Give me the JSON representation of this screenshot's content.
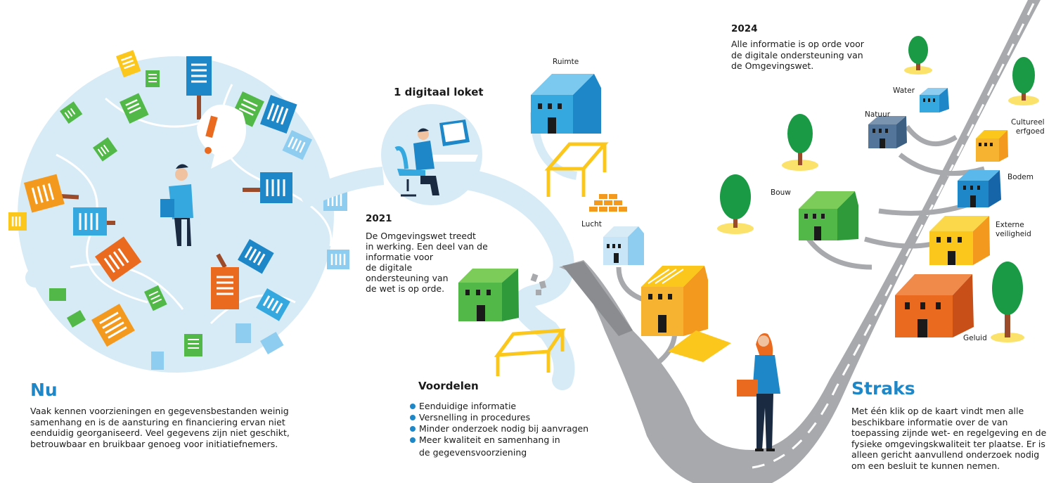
{
  "sections": {
    "nu": {
      "heading": "Nu",
      "body_lines": [
        "Vaak kennen voorzieningen en gegevensbestanden weinig",
        "samenhang en is de aansturing en financiering ervan niet",
        "eenduidig georganiseerd. Veel gegevens zijn niet geschikt,",
        "betrouwbaar en bruikbaar genoeg voor initiatiefnemers."
      ]
    },
    "loket": {
      "title": "1 digitaal loket"
    },
    "y2021": {
      "year": "2021",
      "lines": [
        "De Omgevingswet treedt",
        "in werking. Een deel van de",
        "informatie voor",
        "de digitale",
        "ondersteuning van",
        "de wet is op orde."
      ]
    },
    "y2024": {
      "year": "2024",
      "lines": [
        "Alle informatie is op orde voor",
        "de digitale ondersteuning van",
        "de Omgevingswet."
      ]
    },
    "voordelen": {
      "heading": "Voordelen",
      "items": [
        "Eenduidige informatie",
        "Versnelling in procedures",
        "Minder onderzoek nodig bij aanvragen",
        "Meer kwaliteit en samenhang in",
        "de gegevensvoorziening"
      ]
    },
    "straks": {
      "heading": "Straks",
      "body_lines": [
        "Met één klik op de kaart vindt men alle",
        "beschikbare informatie over de van",
        "toepassing zijnde wet- en regelgeving en  de",
        "fysieke omgevingskwaliteit ter plaatse. Er is",
        "alleen gericht aanvullend onderzoek nodig",
        "om een besluit te kunnen nemen."
      ]
    }
  },
  "house_labels": {
    "ruimte": "Ruimte",
    "lucht": "Lucht",
    "bouw": "Bouw",
    "water": "Water",
    "natuur": "Natuur",
    "cultureel_1": "Cultureel",
    "cultureel_2": "erfgoed",
    "bodem": "Bodem",
    "externe_1": "Externe",
    "externe_2": "veiligheid",
    "geluid": "Geluid"
  },
  "colors": {
    "accent_blue": "#1e87c8",
    "bubble": "#d7ebf7",
    "road": "#a7a9ac",
    "house_blue": "#35a8e0",
    "house_green": "#52b848",
    "house_orange": "#f39a1e",
    "house_yellow": "#fbc71d",
    "house_red": "#ea6a1f",
    "tree_green": "#1a9a45",
    "trunk": "#9b4a2a"
  }
}
